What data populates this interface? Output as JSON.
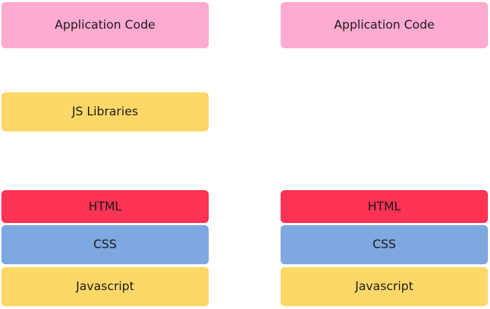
{
  "left_stack": {
    "application_code": "Application Code",
    "js_libraries": "JS Libraries",
    "html": "HTML",
    "css": "CSS",
    "javascript": "Javascript"
  },
  "right_stack": {
    "application_code": "Application Code",
    "html": "HTML",
    "css": "CSS",
    "javascript": "Javascript"
  },
  "colors": {
    "application_code": "#ffaacf",
    "js_libraries": "#fdd869",
    "html": "#ff3355",
    "css": "#7fa7e0",
    "javascript": "#fdd869"
  }
}
